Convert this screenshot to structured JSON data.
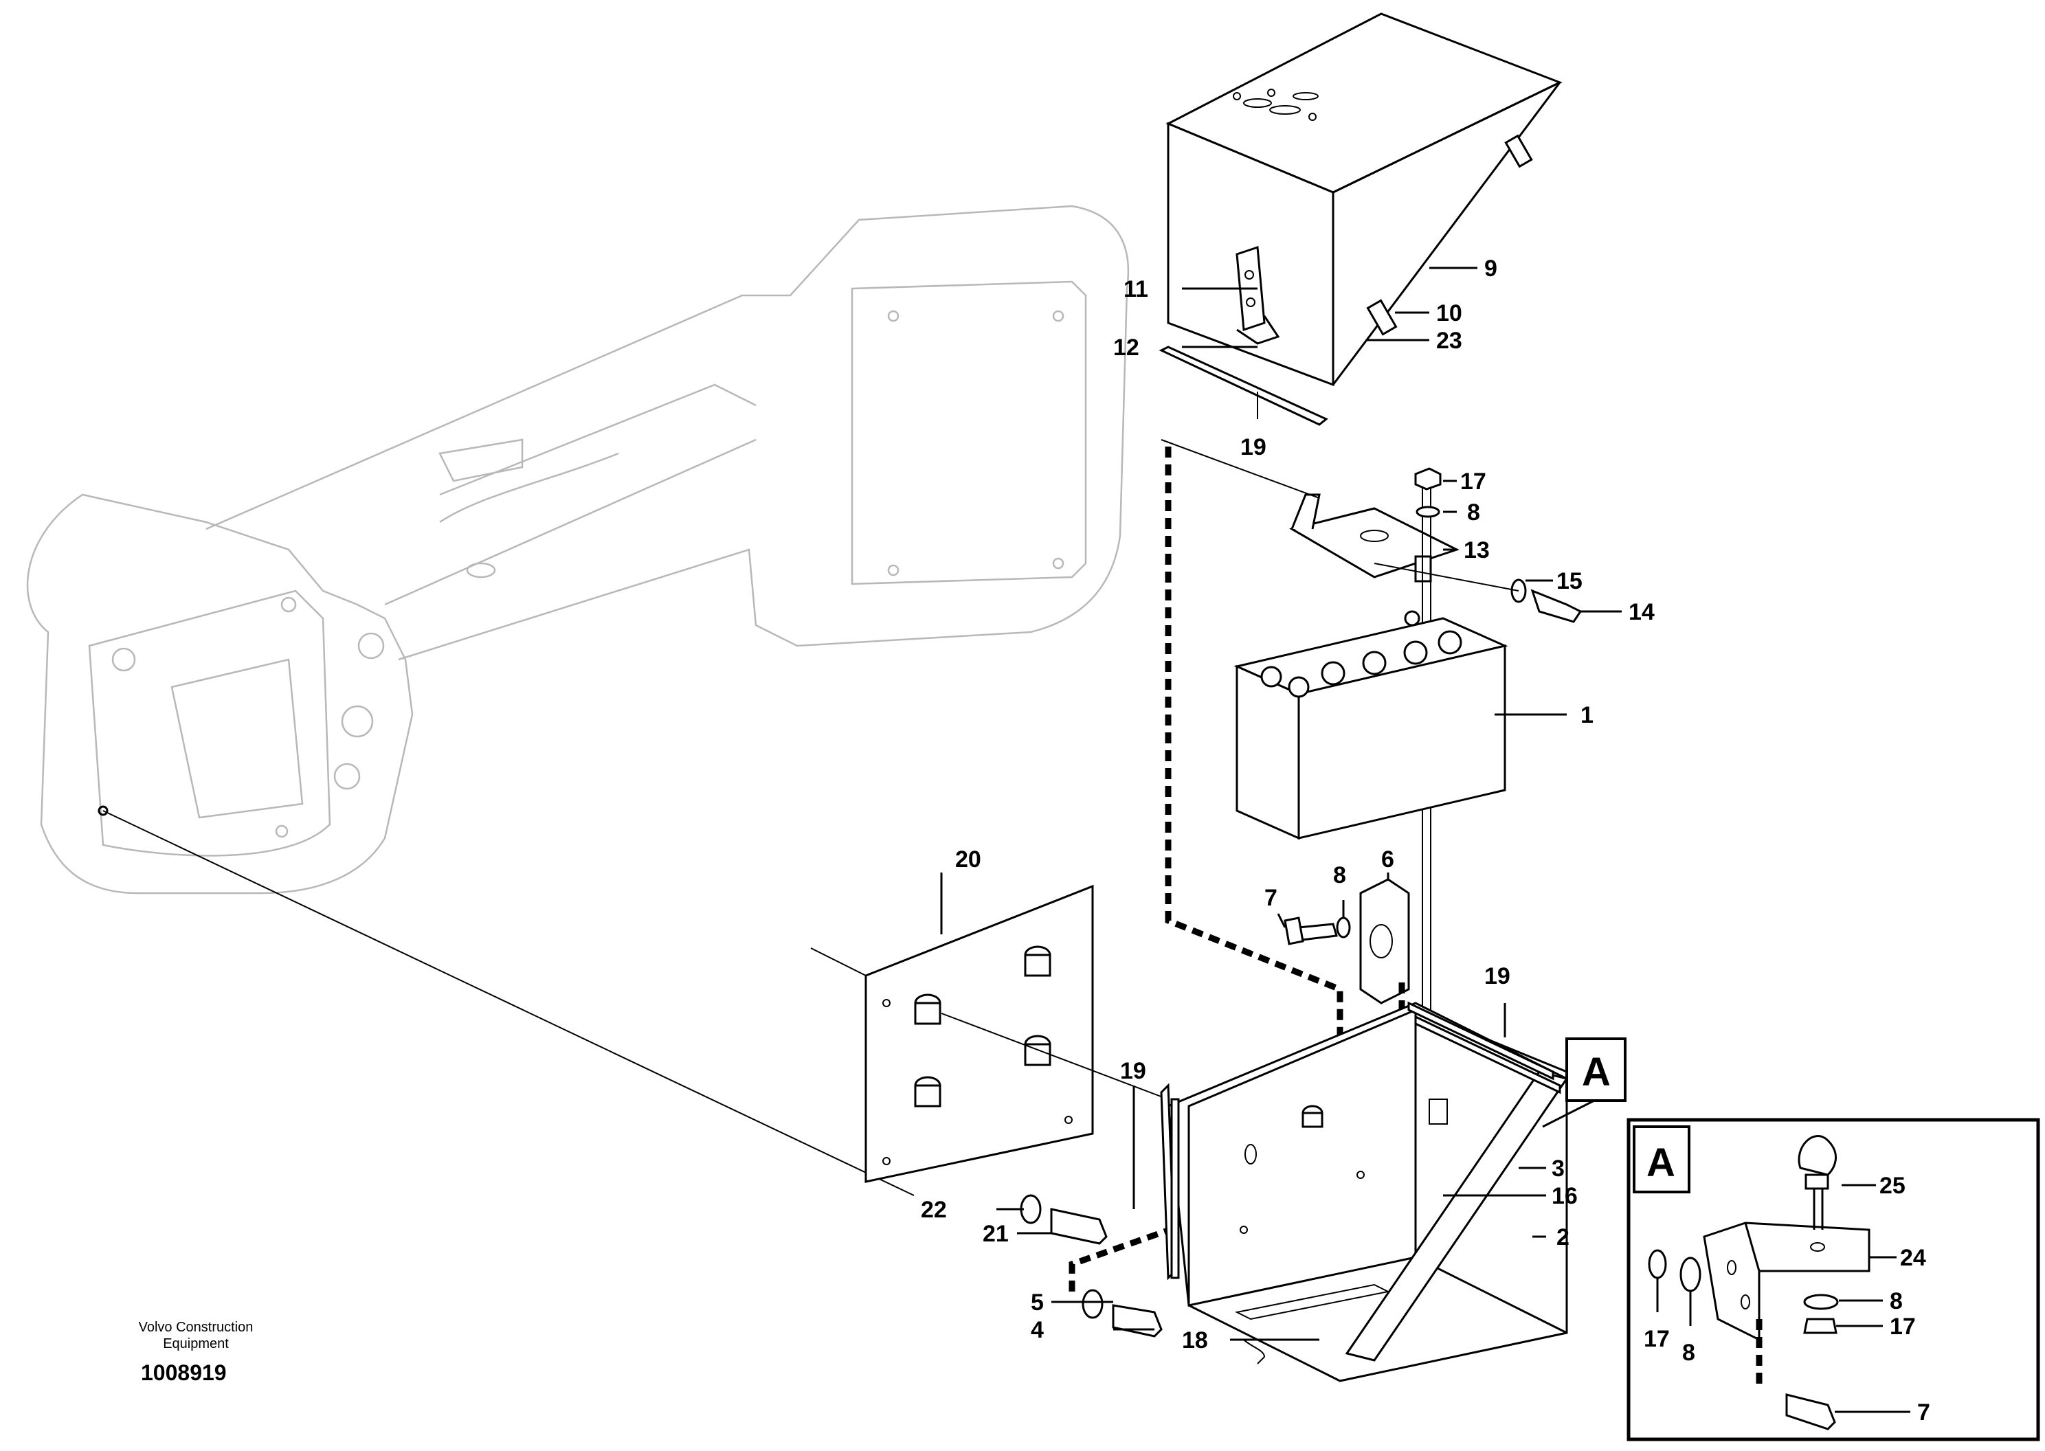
{
  "caption": {
    "company_line1": "Volvo Construction",
    "company_line2": "Equipment",
    "drawing_number": "1008919"
  },
  "callouts": [
    "1",
    "2",
    "3",
    "4",
    "5",
    "6",
    "7",
    "8",
    "9",
    "10",
    "11",
    "12",
    "13",
    "14",
    "15",
    "16",
    "17",
    "18",
    "19",
    "20",
    "21",
    "22",
    "23",
    "24",
    "25"
  ],
  "detail_label": "A"
}
